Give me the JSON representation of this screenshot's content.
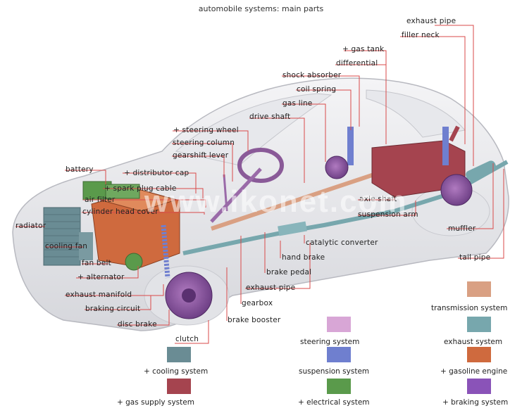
{
  "title": "automobile systems: main parts",
  "watermark": "www.ikonet.com",
  "labels": {
    "exhaust_pipe_top": "exhaust pipe",
    "filler_neck": "filler neck",
    "gas_tank": "+ gas tank",
    "differential": "differential",
    "shock_absorber": "shock absorber",
    "coil_spring": "coil spring",
    "gas_line": "gas line",
    "drive_shaft": "drive shaft",
    "steering_wheel": "+ steering wheel",
    "steering_column": "steering column",
    "gearshift_lever": "gearshift lever",
    "battery": "battery",
    "distributor_cap": "+ distributor cap",
    "spark_plug_cable": "+ spark plug cable",
    "air_filter": "air filter",
    "cylinder_head_cover": "cylinder head cover",
    "radiator": "radiator",
    "cooling_fan": "cooling fan",
    "fan_belt": "fan belt",
    "alternator": "+ alternator",
    "exhaust_manifold": "exhaust manifold",
    "braking_circuit": "braking circuit",
    "disc_brake": "disc brake",
    "clutch": "clutch",
    "brake_booster": "brake booster",
    "gearbox": "gearbox",
    "exhaust_pipe_mid": "exhaust pipe",
    "brake_pedal": "brake pedal",
    "hand_brake": "hand brake",
    "catalytic_converter": "catalytic converter",
    "axle_shaft": "axle shaft",
    "suspension_arm": "suspension arm",
    "muffler": "muffler",
    "tail_pipe": "tail pipe"
  },
  "legend": {
    "transmission": {
      "label": "transmission system",
      "color": "#d9a083"
    },
    "steering": {
      "label": "steering system",
      "color": "#d8a6d6"
    },
    "exhaust": {
      "label": "exhaust system",
      "color": "#77a7ad"
    },
    "cooling": {
      "label": "+ cooling system",
      "color": "#6a8c94"
    },
    "suspension": {
      "label": "suspension system",
      "color": "#6f7fcf"
    },
    "gasoline_engine": {
      "label": "+ gasoline engine",
      "color": "#cf6a3e"
    },
    "gas_supply": {
      "label": "+ gas supply system",
      "color": "#a5444f"
    },
    "electrical": {
      "label": "+ electrical system",
      "color": "#5a9a4b"
    },
    "braking": {
      "label": "+ braking system",
      "color": "#8a53b8"
    }
  }
}
